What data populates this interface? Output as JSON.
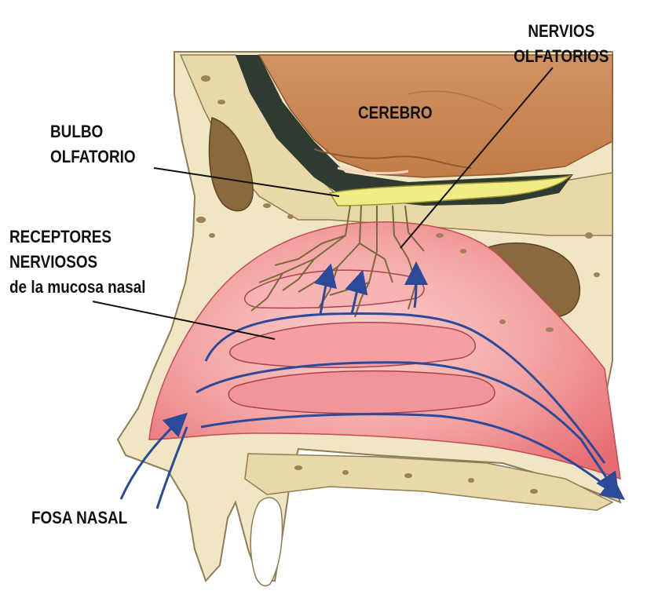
{
  "labels": {
    "cerebro": "CEREBRO",
    "nervios_line1": "NERVIOS",
    "nervios_line2": "OLFATORIOS",
    "bulbo_line1": "BULBO",
    "bulbo_line2": "OLFATORIO",
    "receptores_line1": "RECEPTORES",
    "receptores_line2": "NERVIOSOS",
    "receptores_line3": "de la mucosa nasal",
    "fosa": "FOSA NASAL"
  },
  "colors": {
    "bone": "#efe3bd",
    "bone_spots": "#9b8257",
    "sinus": "#8a6a3c",
    "brain": "#c98a55",
    "meninges": "#2f3a30",
    "bulb": "#f1ec86",
    "mucosa": "#ee7f82",
    "mucosa_light": "#fbd1cd",
    "nerves": "#7a6a3a",
    "airflow": "#2c4a9a",
    "leader_lines": "#111111"
  }
}
